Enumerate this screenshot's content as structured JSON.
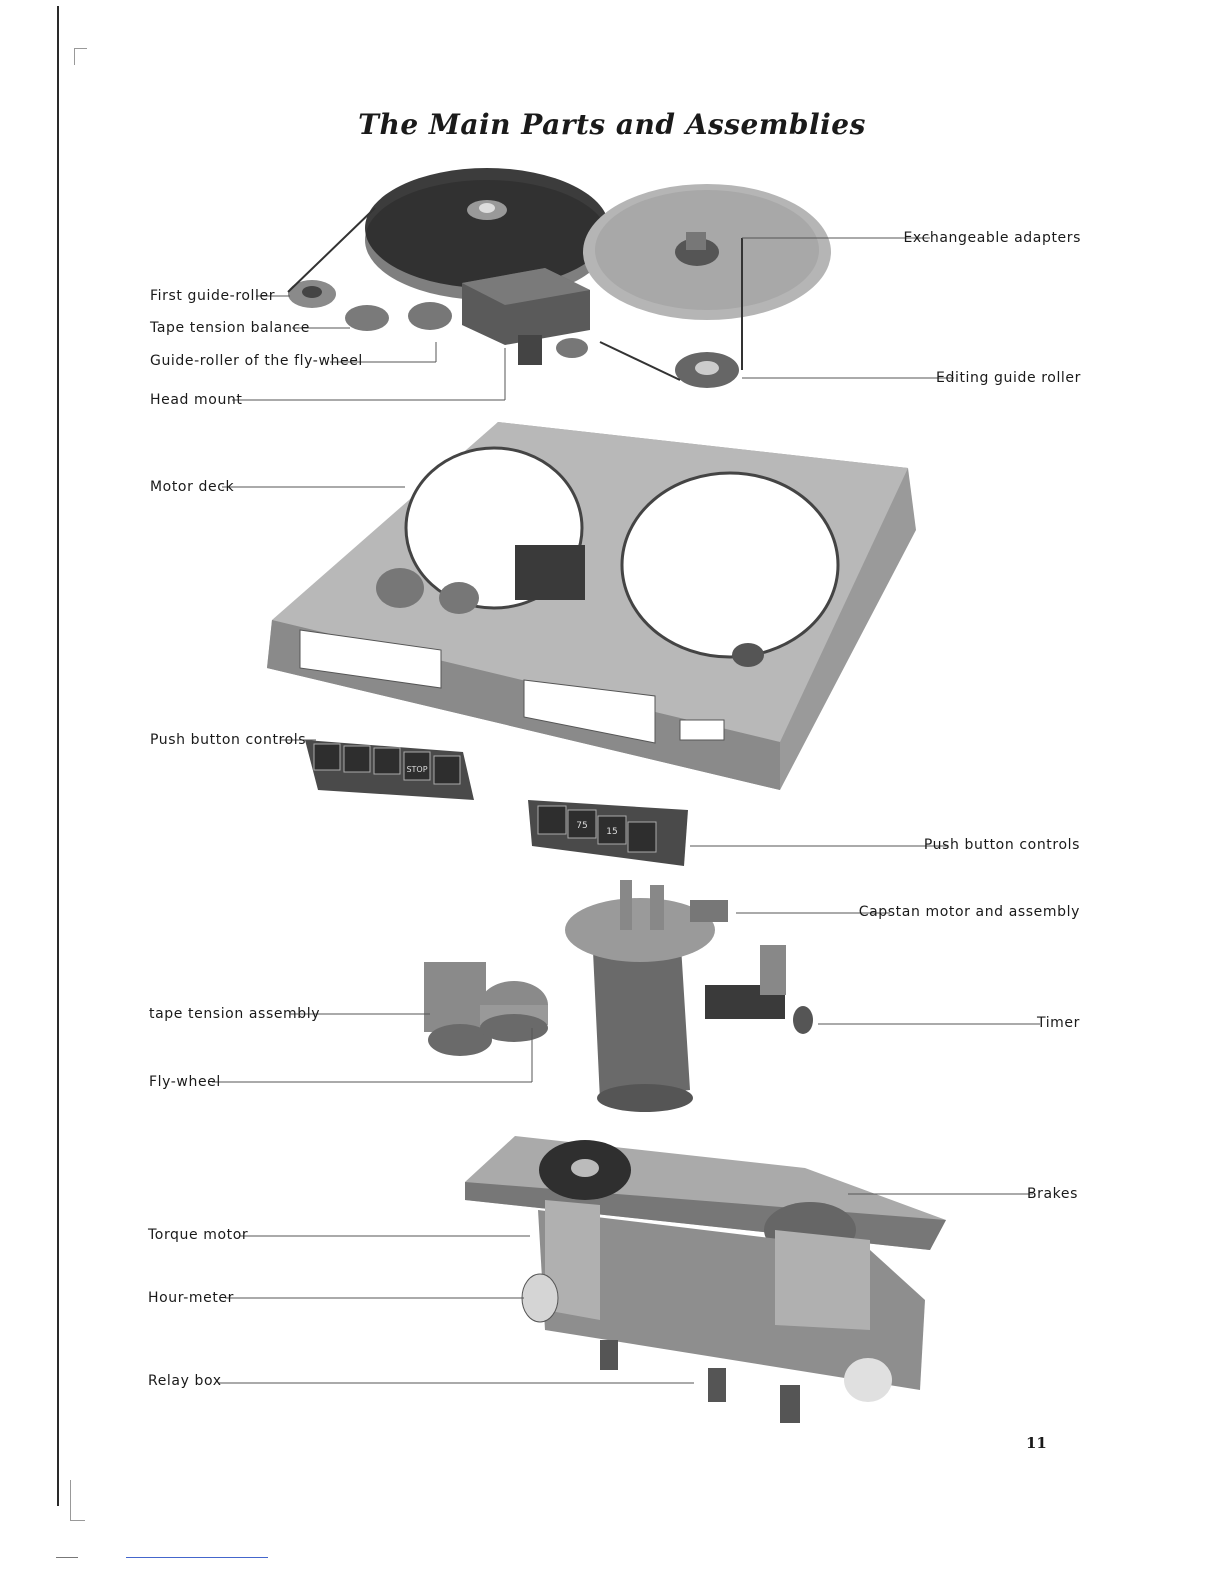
{
  "page": {
    "title": "The Main Parts and Assemblies",
    "page_number": "11"
  },
  "labels": {
    "first_guide_roller": "First guide-roller",
    "tape_tension_balance": "Tape tension balance",
    "guide_roller_flywheel": "Guide-roller of the fly-wheel",
    "head_mount": "Head mount",
    "motor_deck": "Motor deck",
    "push_button_controls_left": "Push button controls",
    "tape_tension_assembly": "tape tension assembly",
    "fly_wheel": "Fly-wheel",
    "torque_motor": "Torque motor",
    "hour_meter": "Hour-meter",
    "relay_box": "Relay box",
    "exchangeable_adapters": "Exchangeable adapters",
    "editing_guide_roller": "Editing guide roller",
    "push_button_controls_right": "Push button controls",
    "capstan_motor": "Capstan motor and assembly",
    "timer": "Timer",
    "brakes": "Brakes"
  },
  "button_glyphs": {
    "stop": "STOP",
    "speed_75": "75",
    "speed_15": "15"
  }
}
